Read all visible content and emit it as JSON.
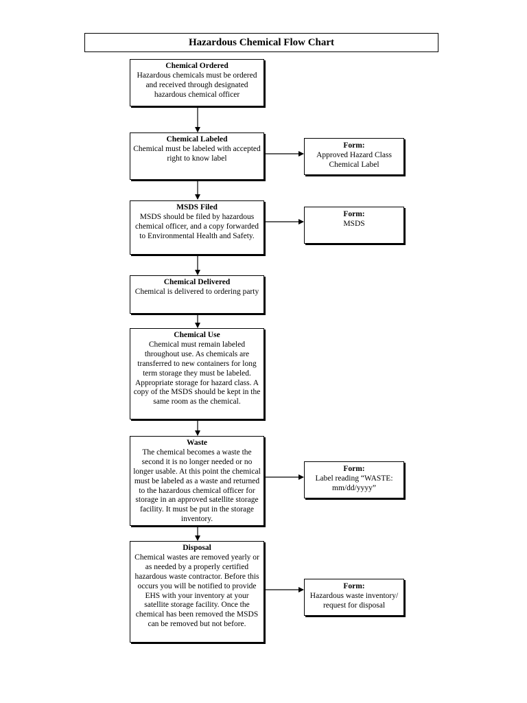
{
  "title": "Hazardous Chemical Flow Chart",
  "steps": [
    {
      "heading": "Chemical Ordered",
      "text": "Hazardous chemicals must be ordered and received through designated hazardous chemical officer"
    },
    {
      "heading": "Chemical Labeled",
      "text": "Chemical must be labeled with accepted right to know label"
    },
    {
      "heading": "MSDS Filed",
      "text": "MSDS should be filed by hazardous chemical officer, and a copy forwarded to Environmental Health and Safety."
    },
    {
      "heading": "Chemical Delivered",
      "text": "Chemical is delivered to ordering party"
    },
    {
      "heading": "Chemical Use",
      "text": "Chemical must remain labeled throughout use. As chemicals are transferred to new containers for long term storage they must be labeled. Appropriate storage for hazard class. A copy of the MSDS should be kept in the same room as the chemical."
    },
    {
      "heading": "Waste",
      "text": "The chemical becomes a waste the second it is no longer needed or no longer usable. At this point the chemical must be labeled as a waste and returned to the hazardous chemical officer for storage in an approved satellite storage facility. It must be put in the storage inventory."
    },
    {
      "heading": "Disposal",
      "text": "Chemical wastes are removed yearly or as needed by a properly certified hazardous waste contractor. Before this occurs you will be notified to provide EHS with your inventory at your satellite storage facility. Once the chemical has been removed the MSDS can be removed but not before."
    }
  ],
  "forms": [
    {
      "heading": "Form:",
      "text": "Approved Hazard Class Chemical Label"
    },
    {
      "heading": "Form:",
      "text": "MSDS"
    },
    {
      "heading": "Form:",
      "text": "Label reading “WASTE: mm/dd/yyyy”"
    },
    {
      "heading": "Form:",
      "text": "Hazardous waste inventory/ request for disposal"
    }
  ]
}
